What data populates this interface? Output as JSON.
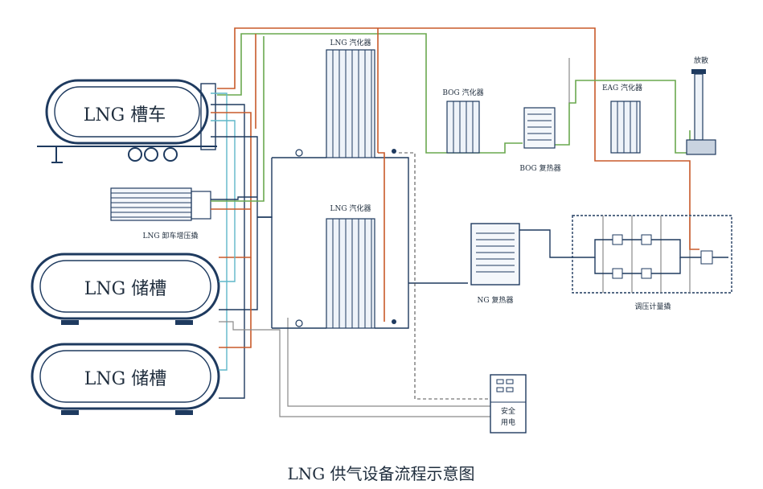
{
  "diagram": {
    "title": "LNG 供气设备流程示意图",
    "tanker_label": "LNG 槽车",
    "storage_tank_1_label": "LNG 储槽",
    "storage_tank_2_label": "LNG 储槽",
    "unloading_skid_label": "LNG 卸车增压撬",
    "vaporizer_top_label": "LNG 汽化器",
    "vaporizer_bottom_label": "LNG 汽化器",
    "bog_vaporizer_label": "BOG 汽化器",
    "bog_heater_label": "BOG 复热器",
    "eag_vaporizer_label": "EAG 汽化器",
    "vent_label": "放散",
    "ng_heater_label": "NG 复热器",
    "metering_skid_label": "调压计量撬",
    "safety_power_line1": "安全",
    "safety_power_line2": "用电"
  }
}
